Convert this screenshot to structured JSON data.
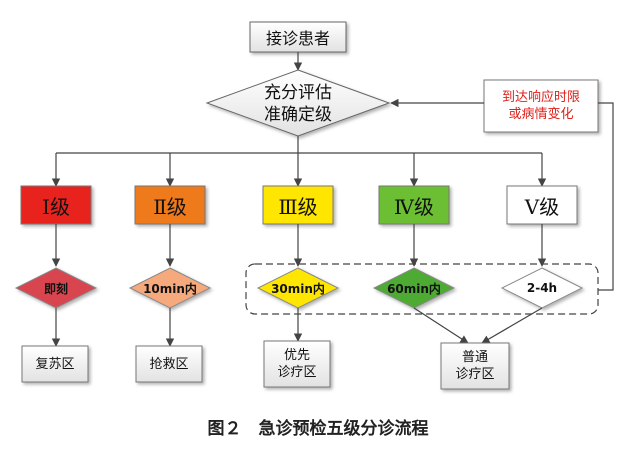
{
  "start": {
    "label": "接诊患者"
  },
  "assess": {
    "label": "充分评估\n准确定级"
  },
  "feedback": {
    "label": "到达响应时限\n或病情变化",
    "color": "#e0201b"
  },
  "levels": [
    {
      "label": "Ⅰ级",
      "fill": "#e8231f",
      "time": "即刻",
      "time_fill": "#d8454f",
      "dest": "复苏区"
    },
    {
      "label": "Ⅱ级",
      "fill": "#ee7a1e",
      "time": "10min内",
      "time_fill": "#f5a97c",
      "dest": "抢救区"
    },
    {
      "label": "Ⅲ级",
      "fill": "#ffe600",
      "time": "30min内",
      "time_fill": "#ffe600",
      "dest": "优先\n诊疗区"
    },
    {
      "label": "Ⅳ级",
      "fill": "#6cbf33",
      "time": "60min内",
      "time_fill": "#4eaa32",
      "dest": "普通\n诊疗区"
    },
    {
      "label": "Ⅴ级",
      "fill": "#ffffff",
      "time": "2-4h",
      "time_fill": "#ffffff"
    }
  ],
  "caption": "图２　急诊预检五级分诊流程"
}
